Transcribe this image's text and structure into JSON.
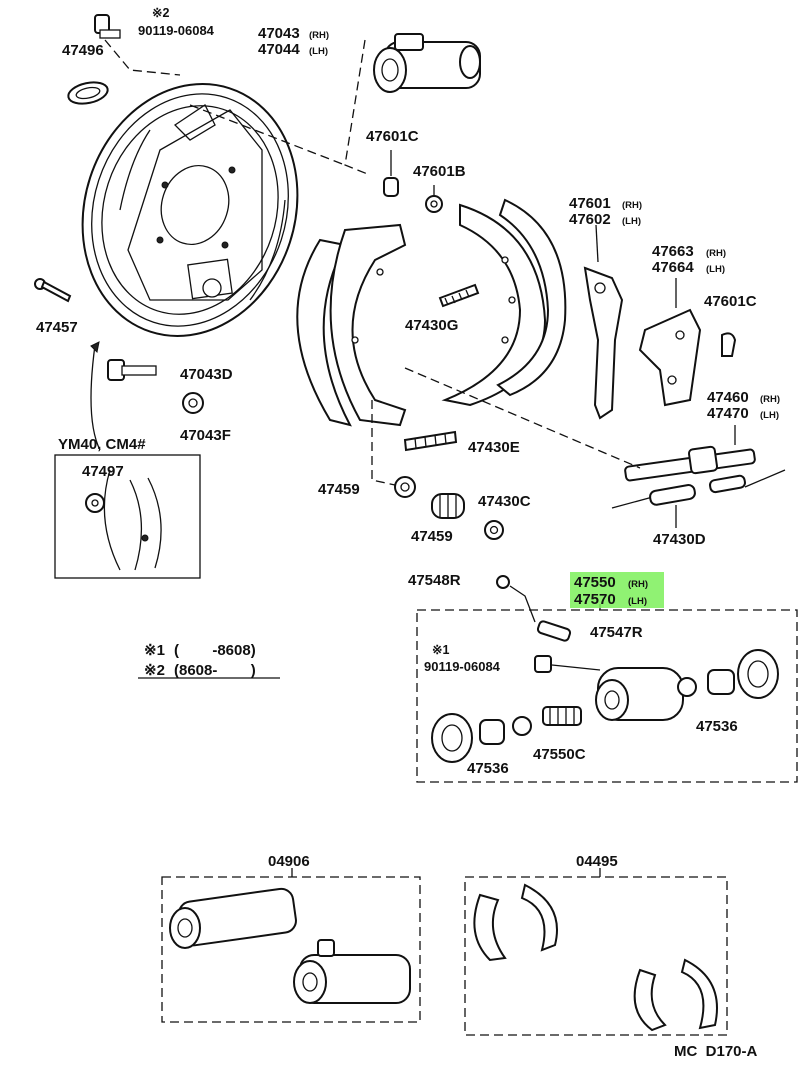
{
  "labels": {
    "p47496": "47496",
    "mark2_top": "※2",
    "p90119_top": "90119-06084",
    "p47043": "47043",
    "p47043_side": "(RH)",
    "p47044": "47044",
    "p47044_side": "(LH)",
    "p47601C_a": "47601C",
    "p47601B": "47601B",
    "p47601": "47601",
    "p47601_side": "(RH)",
    "p47602": "47602",
    "p47602_side": "(LH)",
    "p47663": "47663",
    "p47663_side": "(RH)",
    "p47664": "47664",
    "p47664_side": "(LH)",
    "p47601C_b": "47601C",
    "p47430G": "47430G",
    "p47457": "47457",
    "p47043D": "47043D",
    "p47043F": "47043F",
    "ym40": "YM40, CM4#",
    "p47497": "47497",
    "p47460": "47460",
    "p47460_side": "(RH)",
    "p47470": "47470",
    "p47470_side": "(LH)",
    "p47430E": "47430E",
    "p47459_a": "47459",
    "p47430C": "47430C",
    "p47459_b": "47459",
    "p47430D": "47430D",
    "p47548R": "47548R",
    "p47550": "47550",
    "p47550_side": "(RH)",
    "p47570": "47570",
    "p47570_side": "(LH)",
    "p47547R": "47547R",
    "mark1_kit": "※1",
    "p90119_kit": "90119-06084",
    "p47536_a": "47536",
    "p47536_b": "47536",
    "p47550C": "47550C",
    "p04906": "04906",
    "p04495": "04495",
    "footer": "MC  D170-A"
  },
  "notes": {
    "line1_mark": "※1",
    "line1_text": "(        -8608)",
    "line2_mark": "※2",
    "line2_text": "(8608-        )"
  },
  "colors": {
    "highlight": "#7cf05a"
  }
}
